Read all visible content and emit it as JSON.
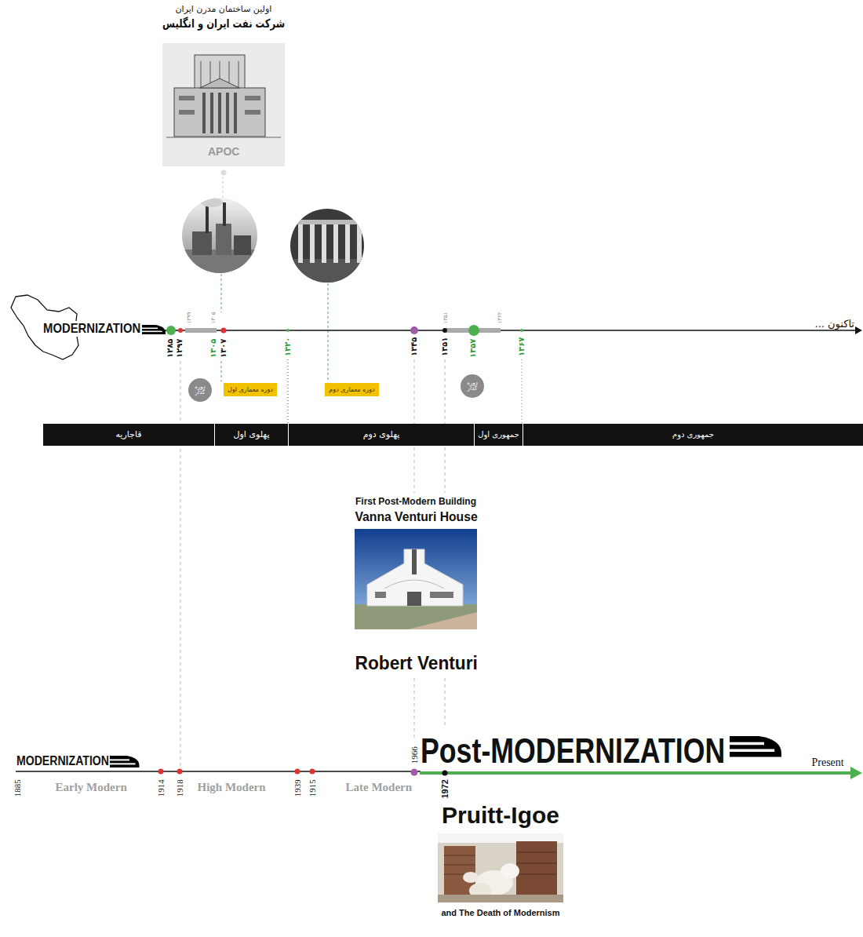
{
  "diagram": {
    "nodes": [
      {
        "text": [
          "اولین ساختمان مدرن ایران",
          "شرکت نفت ایران و انگلیس",
          "APOC"
        ]
      },
      {
        "text": [
          "دوره گذار"
        ]
      },
      {
        "text": [
          "دوره معماری اول"
        ]
      },
      {
        "text": [
          "دوره معماری دوم"
        ]
      },
      {
        "text": [
          "دوره گذار"
        ]
      },
      {
        "text": [
          "قاجاریه"
        ]
      },
      {
        "text": [
          "پهلوی اول"
        ]
      },
      {
        "text": [
          "پهلوی دوم"
        ]
      },
      {
        "text": [
          "جمهوری اول"
        ]
      },
      {
        "text": [
          "جمهوری دوم"
        ]
      },
      {
        "text": [
          "First Post-Modern Building",
          "Vanna Venturi House",
          "Robert Venturi"
        ]
      },
      {
        "text": [
          "Pruitt-Igoe",
          "and The Death of Modernism"
        ]
      }
    ],
    "labels": [
      "MODERNIZATION",
      "... تاکنون",
      "۱۲۸۵",
      "۱۲۹۷",
      "۱۳۰۵",
      "۱۳۰۷",
      "۱۳۲۰",
      "۱۳۴۵",
      "۱۳۵۱",
      "۱۳۵۷",
      "۱۳۶۷",
      "۱۲۹۹",
      "۱۳۰۵",
      "۱۳۵۱",
      "۱۳۶۲",
      "MODERNIZATION",
      "1885",
      "Early Modern",
      "1914",
      "1918",
      "High Modern",
      "1939",
      "1915",
      "Late Modern",
      "1966",
      "Post-MODERNIZATION",
      "Present",
      "1972"
    ]
  }
}
